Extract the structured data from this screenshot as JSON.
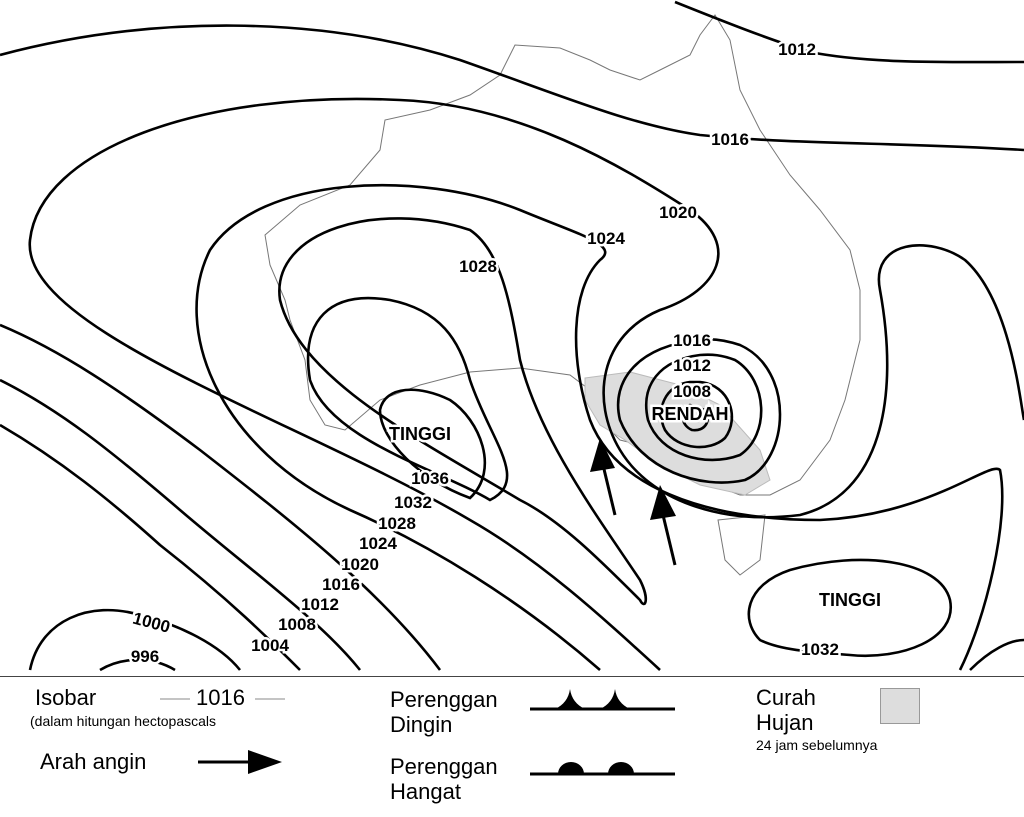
{
  "map": {
    "isobar_labels": [
      "1012",
      "1016",
      "1020",
      "1024",
      "1028",
      "1016",
      "1012",
      "1008",
      "1036",
      "1032",
      "1028",
      "1024",
      "1020",
      "1016",
      "1012",
      "1008",
      "1004",
      "1000",
      "996",
      "1032"
    ],
    "pressure_labels": {
      "low_center": "RENDAH",
      "high_west": "TINGGI",
      "high_east": "TINGGI"
    }
  },
  "legend": {
    "isobar_title": "Isobar",
    "isobar_sample": "1016",
    "isobar_note": "(dalam hitungan hectopascals",
    "wind_label": "Arah angin",
    "cold_front_label": [
      "Perenggan",
      "Dingin"
    ],
    "warm_front_label": [
      "Perenggan",
      "Hangat"
    ],
    "rain_label": [
      "Curah",
      "Hujan"
    ],
    "rain_note": "24 jam sebelumnya",
    "rain_color": "#dddddd"
  }
}
